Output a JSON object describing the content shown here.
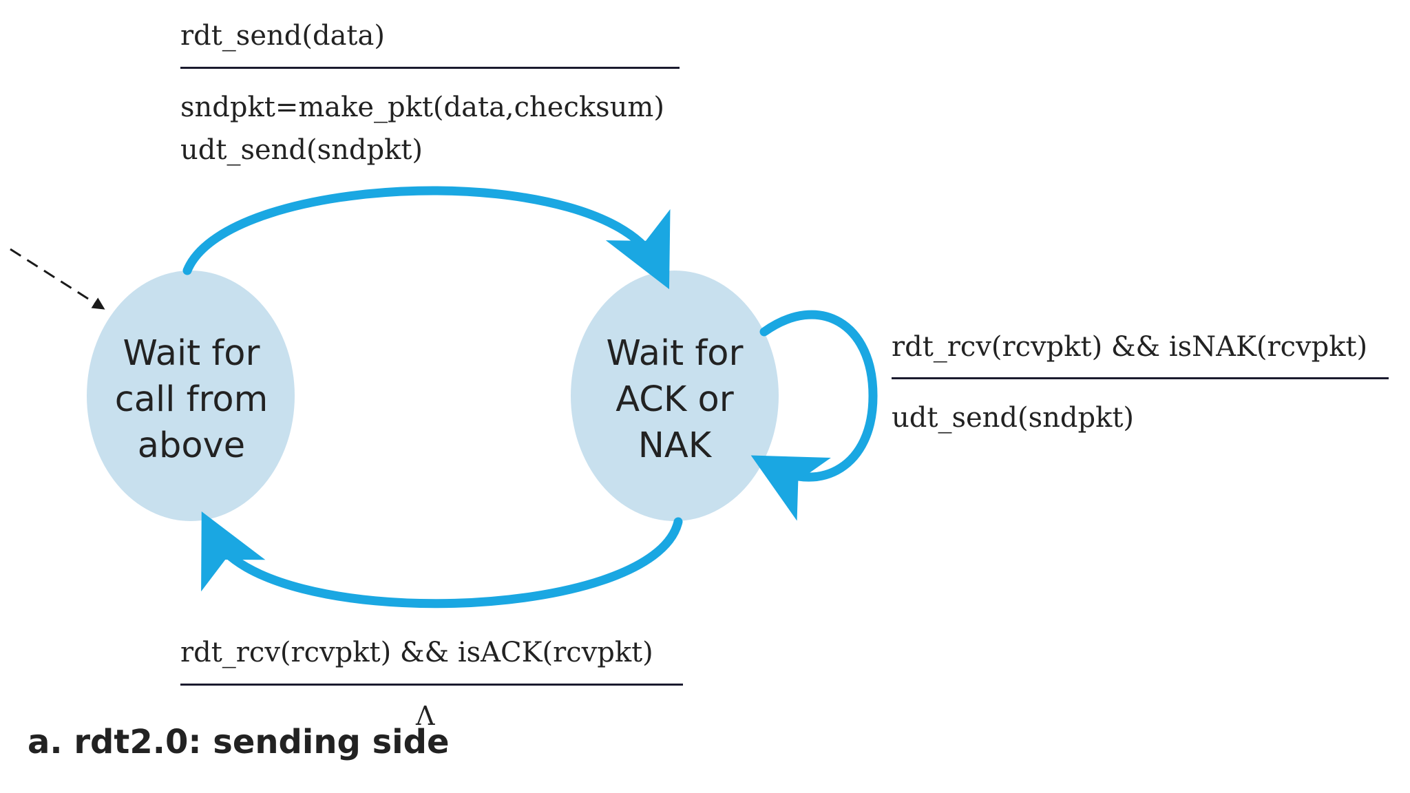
{
  "diagram": {
    "caption": "a.  rdt2.0: sending side",
    "colors": {
      "state_fill": "#c8e0ee",
      "arrow": "#1aa7e2",
      "initial_arrow": "#1a1a1a",
      "rule": "#1a1a2e",
      "text": "#222222"
    },
    "states": [
      {
        "id": "wait-call",
        "lines": [
          "Wait for",
          "call from",
          "above"
        ]
      },
      {
        "id": "wait-ack",
        "lines": [
          "Wait for",
          "ACK or",
          "NAK"
        ]
      }
    ],
    "transitions": {
      "send": {
        "event": "rdt_send(data)",
        "actions": [
          "sndpkt=make_pkt(data,checksum)",
          "udt_send(sndpkt)"
        ]
      },
      "nak": {
        "event": "rdt_rcv(rcvpkt) && isNAK(rcvpkt)",
        "actions": [
          "udt_send(sndpkt)"
        ]
      },
      "ack": {
        "event": "rdt_rcv(rcvpkt) && isACK(rcvpkt)",
        "actions": [
          "Λ"
        ]
      }
    }
  }
}
